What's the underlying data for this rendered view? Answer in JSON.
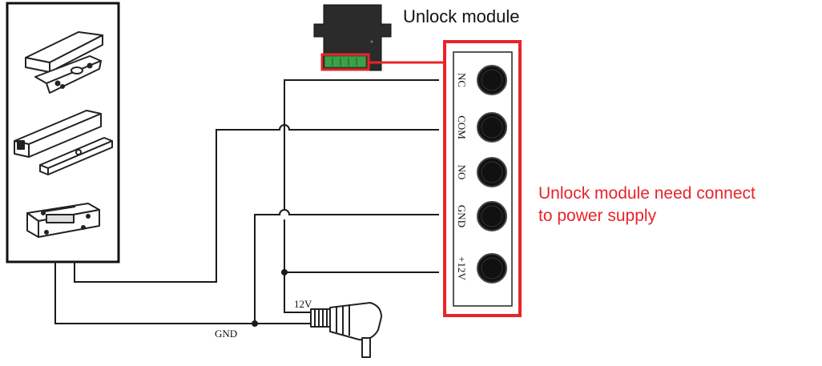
{
  "module": {
    "title": "Unlock module"
  },
  "terminals": [
    {
      "label": "NC"
    },
    {
      "label": "COM"
    },
    {
      "label": "NO"
    },
    {
      "label": "GND"
    },
    {
      "label": "+12V"
    }
  ],
  "note": {
    "line1": "Unlock module need connect",
    "line2": "to power supply"
  },
  "power": {
    "v12_label": "12V",
    "gnd_label": "GND"
  },
  "colors": {
    "highlight": "#e8242b",
    "wire": "#1a1a1a",
    "module_body": "#2b2b2b",
    "terminal_block": "#3fa04a"
  },
  "icons": [
    "electric-strike-icon",
    "magnetic-lock-icon",
    "bolt-lock-icon",
    "power-adapter-icon"
  ]
}
